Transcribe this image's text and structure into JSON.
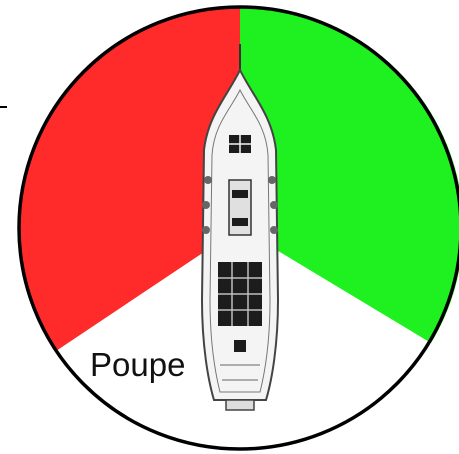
{
  "diagram": {
    "labels": {
      "stern": "Poupe"
    },
    "sectors": [
      {
        "name": "port-sector",
        "color": "#ff2a2a"
      },
      {
        "name": "starboard-sector",
        "color": "#1ff01f"
      },
      {
        "name": "stern-sector",
        "color": "#ffffff"
      }
    ],
    "outline_color": "#000000",
    "ship": {
      "hull_color": "#f4f4f4",
      "line_color": "#444444",
      "dark_color": "#1c1c1c"
    }
  }
}
